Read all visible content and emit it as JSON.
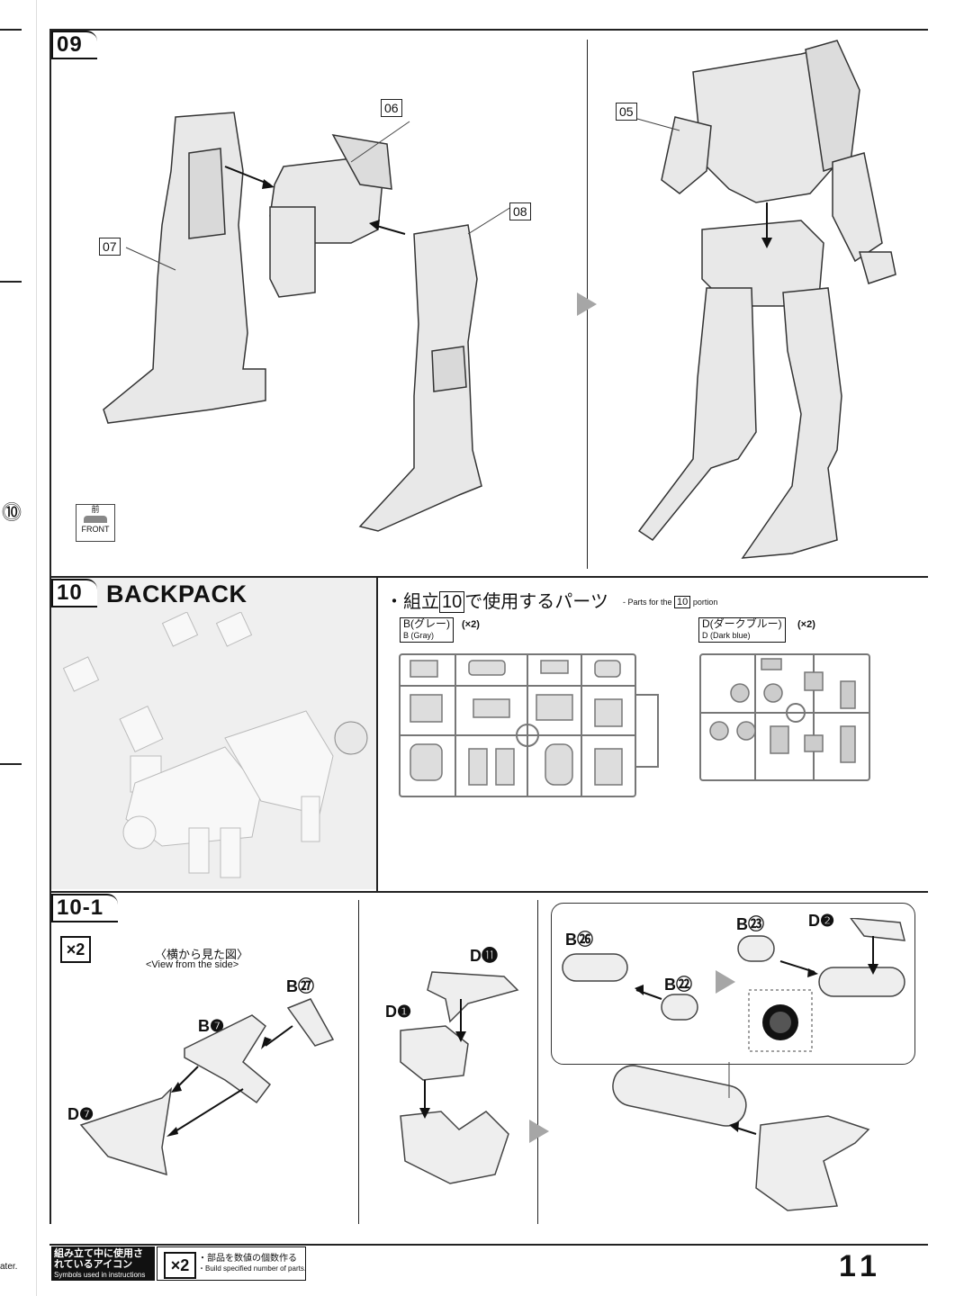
{
  "step09": {
    "number": "09",
    "labels": {
      "p06": "06",
      "p07": "07",
      "p08": "08",
      "p05": "05"
    },
    "front_icon": {
      "kanji": "前",
      "text": "FRONT"
    }
  },
  "step10": {
    "number": "10",
    "title": "BACKPACK",
    "parts_heading_jp_prefix": "・組立",
    "parts_heading_num": "10",
    "parts_heading_jp_suffix": "で使用するパーツ",
    "parts_heading_en_prefix": "- Parts for the",
    "parts_heading_en_num": "10",
    "parts_heading_en_suffix": "portion",
    "runner_b": {
      "jp": "B(グレー)",
      "en": "B (Gray)",
      "count": "(×2)"
    },
    "runner_d": {
      "jp": "D(ダークブルー)",
      "en": "D (Dark blue)",
      "count": "(×2)"
    }
  },
  "step10_1": {
    "number": "10-1",
    "multiplier": "×2",
    "view_jp": "〈横から見た図〉",
    "view_en": "<View from the side>",
    "part_b27": "B㉗",
    "part_b7": "B❼",
    "part_d7": "D❼",
    "part_d11": "D⓫",
    "part_d1": "D❶",
    "part_b26": "B㉖",
    "part_b22": "B㉒",
    "part_b23": "B㉓",
    "part_d2": "D❷"
  },
  "left_margin": {
    "circled_ten": "⓾",
    "footer_fragment": "ater."
  },
  "footer": {
    "legend_jp": "組み立て中に使用されているアイコン",
    "legend_en": "Symbols used in instructions",
    "icon": "×2",
    "desc_jp": "・部品を数値の個数作る",
    "desc_en": "・Build specified number of parts.",
    "page_number": "11"
  }
}
